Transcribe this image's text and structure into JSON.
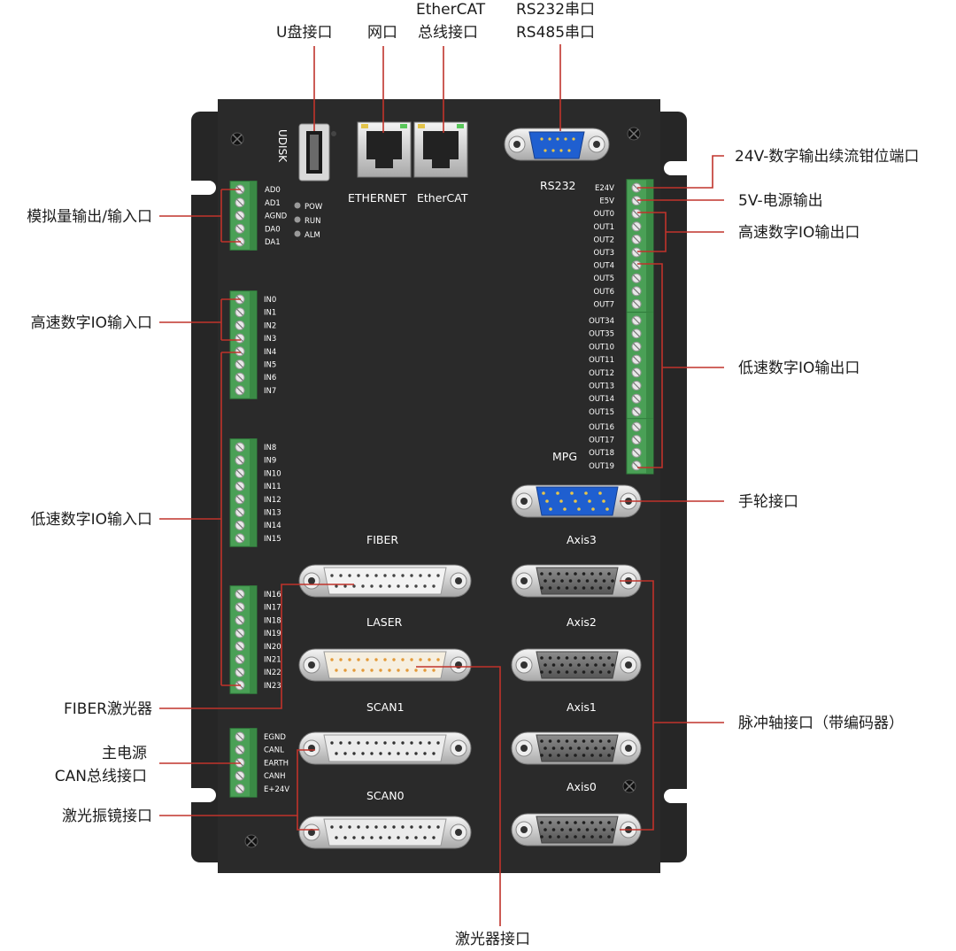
{
  "callouts": {
    "udisk": "U盘接口",
    "network": "网口",
    "ethercat_line1": "EtherCAT",
    "ethercat_line2": "总线接口",
    "rs_line1": "RS232串口",
    "rs_line2": "RS485串口",
    "analog": "模拟量输出/输入口",
    "hs_input": "高速数字IO输入口",
    "ls_input": "低速数字IO输入口",
    "fiber_laser": "FIBER激光器",
    "power_line1": "主电源",
    "power_line2": "CAN总线接口",
    "galvo": "激光振镜接口",
    "laser_port": "激光器接口",
    "out24v": "24V-数字输出续流钳位端口",
    "out5v": "5V-电源输出",
    "hs_output": "高速数字IO输出口",
    "ls_output": "低速数字IO输出口",
    "handwheel": "手轮接口",
    "pulse_axis": "脉冲轴接口（带编码器）"
  },
  "panel": {
    "udisk": "UDISK",
    "ethernet": "ETHERNET",
    "ethercat": "EtherCAT",
    "rs232": "RS232",
    "mpg": "MPG",
    "leds": [
      "POW",
      "RUN",
      "ALM"
    ],
    "analog_pins": [
      "AD0",
      "AD1",
      "AGND",
      "DA0",
      "DA1"
    ],
    "input_pins_a": [
      "IN0",
      "IN1",
      "IN2",
      "IN3",
      "IN4",
      "IN5",
      "IN6",
      "IN7"
    ],
    "input_pins_b": [
      "IN8",
      "IN9",
      "IN10",
      "IN11",
      "IN12",
      "IN13",
      "IN14",
      "IN15"
    ],
    "input_pins_c": [
      "IN16",
      "IN17",
      "IN18",
      "IN19",
      "IN20",
      "IN21",
      "IN22",
      "IN23"
    ],
    "power_pins": [
      "EGND",
      "CANL",
      "EARTH",
      "CANH",
      "E+24V"
    ],
    "output_pins_a": [
      "E24V",
      "E5V",
      "OUT0",
      "OUT1",
      "OUT2",
      "OUT3",
      "OUT4",
      "OUT5",
      "OUT6",
      "OUT7"
    ],
    "output_pins_b": [
      "OUT34",
      "OUT35",
      "OUT10",
      "OUT11",
      "OUT12",
      "OUT13",
      "OUT14",
      "OUT15"
    ],
    "output_pins_c": [
      "OUT16",
      "OUT17",
      "OUT18",
      "OUT19"
    ],
    "fiber": "FIBER",
    "laser": "LASER",
    "scan1": "SCAN1",
    "scan0": "SCAN0",
    "axis3": "Axis3",
    "axis2": "Axis2",
    "axis1": "Axis1",
    "axis0": "Axis0"
  },
  "colors": {
    "panel": "#2a2a2a",
    "terminal_green": "#4aa056",
    "leader_red": "#c0332b",
    "db_blue": "#1f5fd0"
  }
}
